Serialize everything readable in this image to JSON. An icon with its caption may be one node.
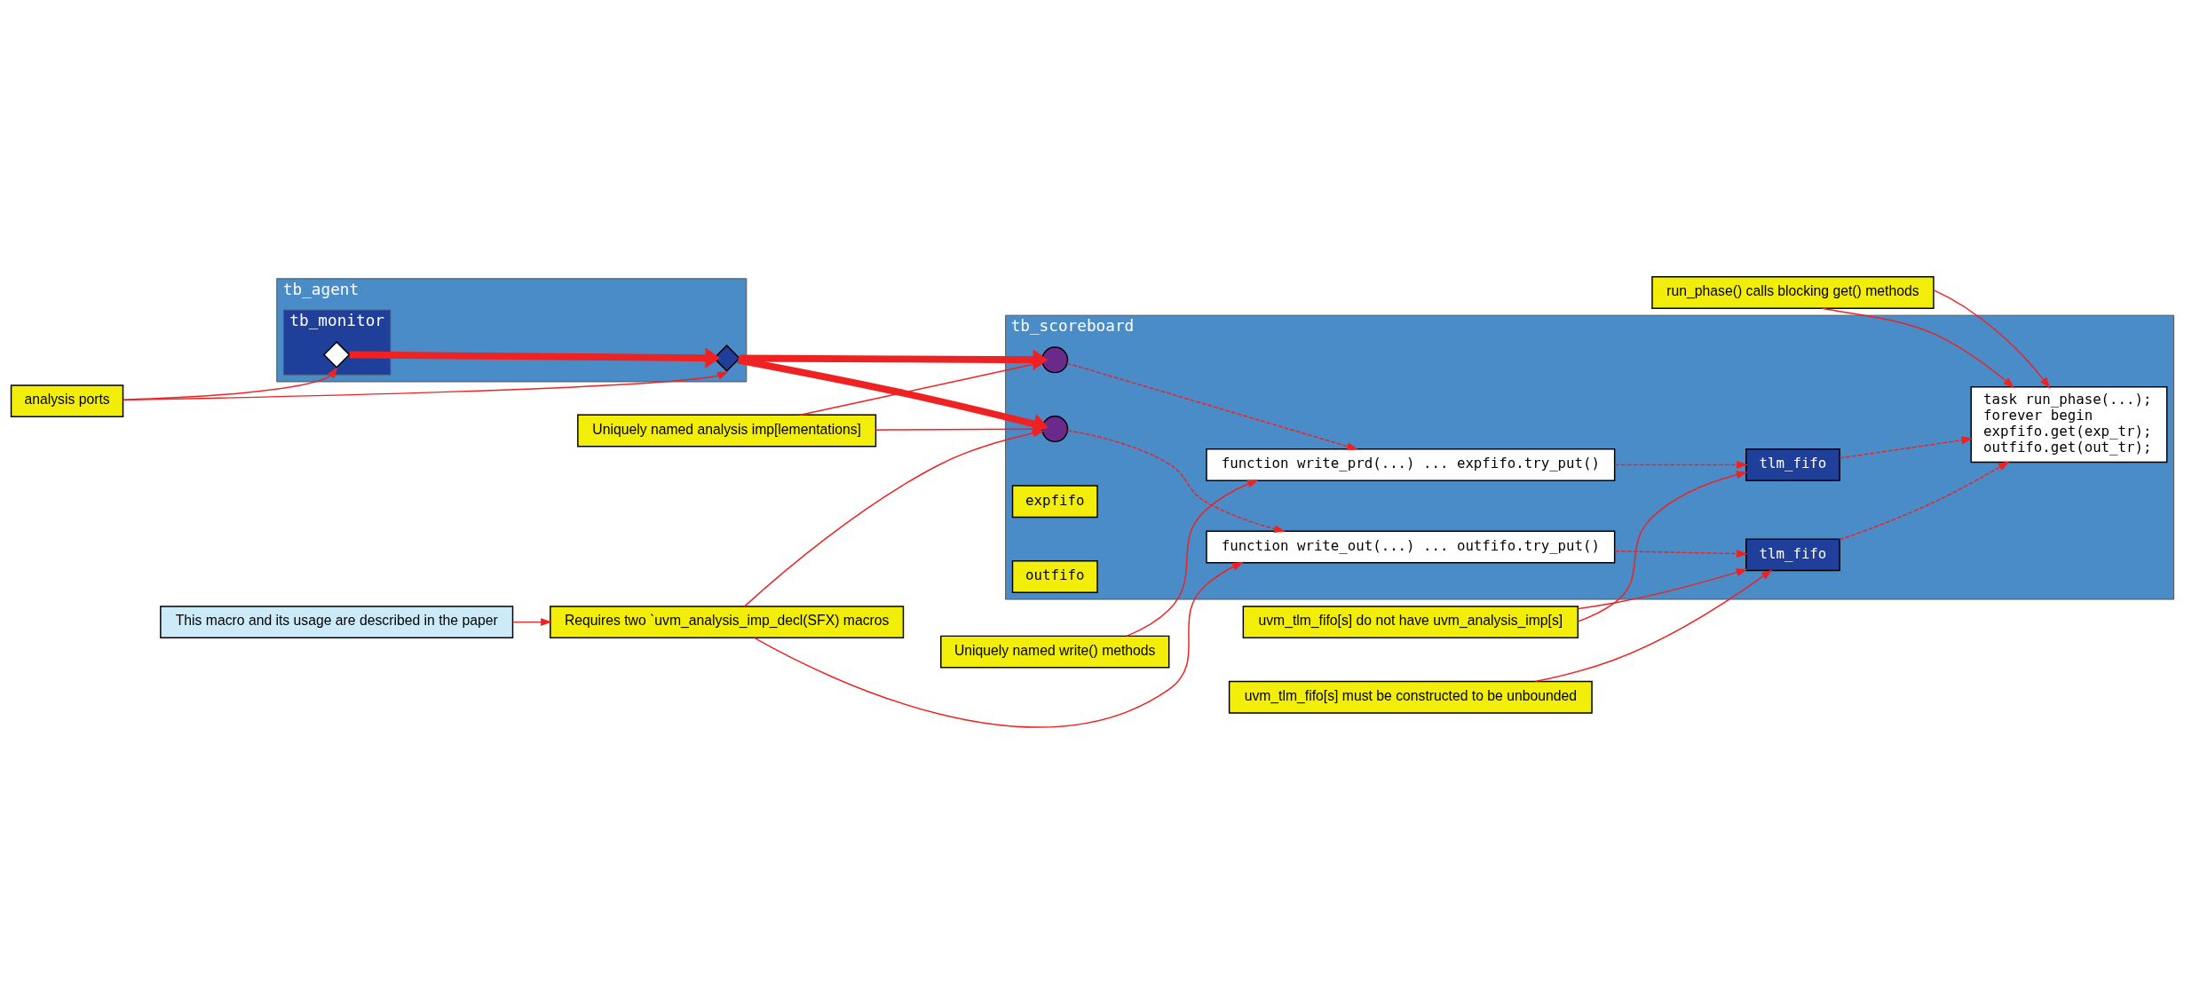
{
  "diagram": {
    "nodes": [
      {
        "text": [
          "tb_scoreboard"
        ]
      },
      {
        "text": [
          "function write_prd(...) ... expfifo.try_put()"
        ],
        "in": 0
      },
      {
        "text": [
          "function write_out(...) ... outfifo.try_put()"
        ],
        "in": 0
      },
      {
        "text": [],
        "shape": "circle",
        "in": 0
      },
      {
        "text": [],
        "shape": "circle",
        "in": 0
      },
      {
        "text": [
          "expfifo"
        ],
        "in": 0
      },
      {
        "text": [
          "tlm_fifo"
        ],
        "in": 0
      },
      {
        "text": [
          "outfifo"
        ],
        "in": 0
      },
      {
        "text": [
          "tlm_fifo"
        ],
        "in": 0
      },
      {
        "text": [
          "task run_phase(...);",
          "forever begin",
          "expfifo.get(exp_tr);",
          "outfifo.get(out_tr);"
        ],
        "in": 0
      },
      {
        "text": [
          "tb_agent"
        ]
      },
      {
        "text": [
          "tb_monitor"
        ],
        "in": 10
      },
      {
        "text": [],
        "shape": "diamond",
        "in": 10
      },
      {
        "text": [],
        "shape": "diamond",
        "in": 11
      },
      {
        "text": [
          "Uniquely named analysis imp[lementations]"
        ]
      },
      {
        "text": [
          "Uniquely named write() methods"
        ]
      },
      {
        "text": [
          "uvm_tlm_fifo[s] do not have uvm_analysis_imp[s]"
        ]
      },
      {
        "text": [
          "analysis ports"
        ]
      },
      {
        "text": [
          "Requires two `uvm_analysis_imp_decl(SFX) macros"
        ]
      },
      {
        "text": [
          "This macro and its usage are described in the paper"
        ]
      },
      {
        "text": [
          "run_phase() calls blocking get() methods"
        ]
      },
      {
        "text": [
          "uvm_tlm_fifo[s] must be constructed to be unbounded"
        ]
      }
    ],
    "edges": [
      {
        "from": 13,
        "to": 12,
        "arrow": "to",
        "style": "thick"
      },
      {
        "from": 12,
        "to": 3,
        "arrow": "to",
        "style": "thick"
      },
      {
        "from": 12,
        "to": 4,
        "arrow": "to",
        "style": "thick"
      },
      {
        "from": 3,
        "to": 1,
        "arrow": "to",
        "style": "dashed"
      },
      {
        "from": 4,
        "to": 2,
        "arrow": "to",
        "style": "dashed"
      },
      {
        "from": 1,
        "to": 6,
        "arrow": "to",
        "style": "dashed"
      },
      {
        "from": 2,
        "to": 8,
        "arrow": "to",
        "style": "dashed"
      },
      {
        "from": 6,
        "to": 9,
        "arrow": "to",
        "style": "dashed"
      },
      {
        "from": 8,
        "to": 9,
        "arrow": "to",
        "style": "dashed"
      },
      {
        "from": 14,
        "to": 3,
        "arrow": "to"
      },
      {
        "from": 14,
        "to": 4,
        "arrow": "to"
      },
      {
        "from": 15,
        "to": 1,
        "arrow": "to"
      },
      {
        "from": 16,
        "to": 6,
        "arrow": "to"
      },
      {
        "from": 16,
        "to": 8,
        "arrow": "to"
      },
      {
        "from": 17,
        "to": 12,
        "arrow": "to"
      },
      {
        "from": 17,
        "to": 13,
        "arrow": "to"
      },
      {
        "from": 18,
        "to": 4,
        "arrow": "to"
      },
      {
        "from": 18,
        "to": 2,
        "arrow": "to"
      },
      {
        "from": 19,
        "to": 18,
        "arrow": "to"
      },
      {
        "from": 20,
        "to": 9,
        "arrow": "to"
      },
      {
        "from": 20,
        "to": 9,
        "arrow": "to"
      },
      {
        "from": 21,
        "to": 8,
        "arrow": "to"
      }
    ]
  }
}
